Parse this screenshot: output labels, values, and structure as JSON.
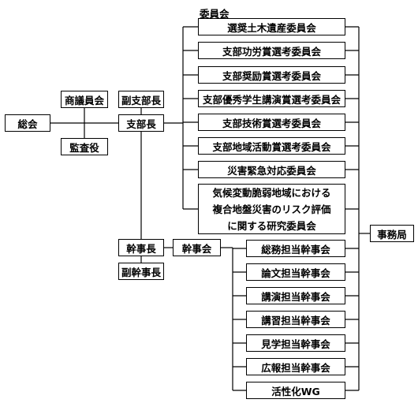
{
  "general_assembly": "総会",
  "council": "商議員会",
  "auditor": "監査役",
  "vice_branch_head": "副支部長",
  "branch_head": "支部長",
  "secretary_general": "幹事長",
  "vice_secretary_general": "副幹事長",
  "secretariat_council": "幹事会",
  "office": "事務局",
  "committees_caption": "委員会",
  "committees": [
    "選奨土木遺産委員会",
    "支部功労賞選考委員会",
    "支部奨励賞選考委員会",
    "支部優秀学生講演賞選考委員会",
    "支部技術賞選考委員会",
    "支部地域活動賞選考委員会",
    "災害緊急対応委員会"
  ],
  "research_committee_lines": [
    "気候変動脆弱地域における",
    "複合地盤災害のリスク評価",
    "に関する研究委員会"
  ],
  "secretariat_groups": [
    "総務担当幹事会",
    "論文担当幹事会",
    "講演担当幹事会",
    "講習担当幹事会",
    "見学担当幹事会",
    "広報担当幹事会",
    "活性化WG"
  ]
}
